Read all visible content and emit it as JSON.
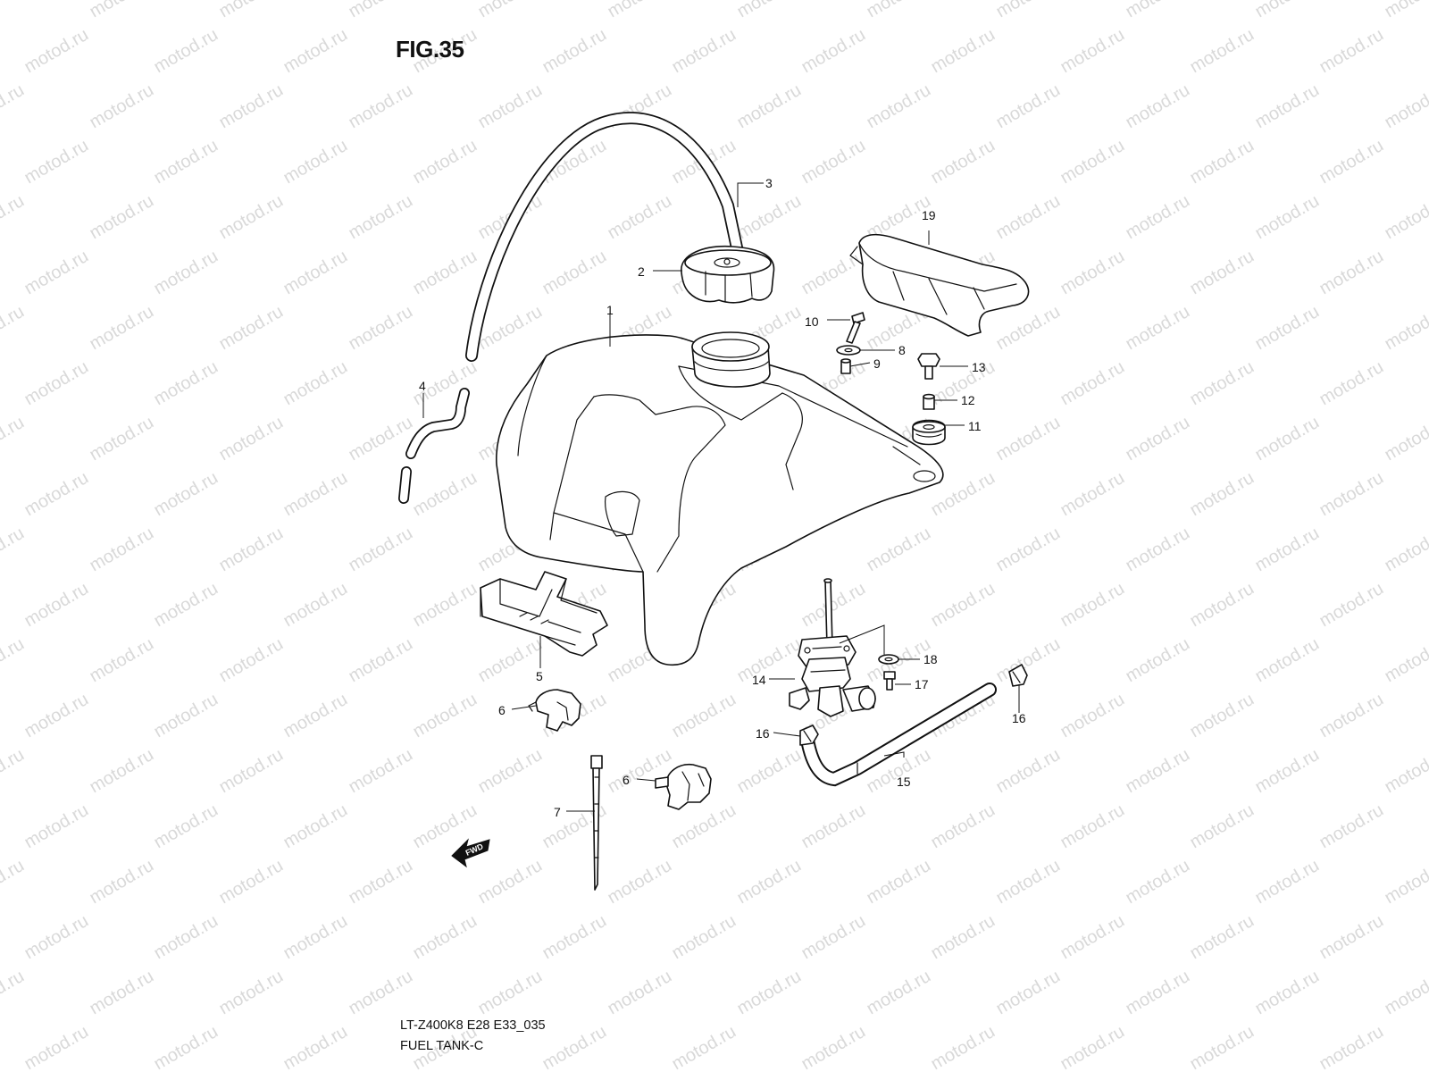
{
  "figure": {
    "title": "FIG.35",
    "model_code": "LT-Z400K8 E28 E33_035",
    "diagram_name": "FUEL TANK-C",
    "watermark": "motod.ru"
  },
  "fwd_label": "FWD",
  "callouts": [
    {
      "id": "c1",
      "label": "1"
    },
    {
      "id": "c2",
      "label": "2"
    },
    {
      "id": "c3",
      "label": "3"
    },
    {
      "id": "c4",
      "label": "4"
    },
    {
      "id": "c5",
      "label": "5"
    },
    {
      "id": "c6a",
      "label": "6"
    },
    {
      "id": "c6b",
      "label": "6"
    },
    {
      "id": "c7",
      "label": "7"
    },
    {
      "id": "c8",
      "label": "8"
    },
    {
      "id": "c9",
      "label": "9"
    },
    {
      "id": "c10",
      "label": "10"
    },
    {
      "id": "c11",
      "label": "11"
    },
    {
      "id": "c12",
      "label": "12"
    },
    {
      "id": "c13",
      "label": "13"
    },
    {
      "id": "c14",
      "label": "14"
    },
    {
      "id": "c15",
      "label": "15"
    },
    {
      "id": "c16a",
      "label": "16"
    },
    {
      "id": "c16b",
      "label": "16"
    },
    {
      "id": "c17",
      "label": "17"
    },
    {
      "id": "c18",
      "label": "18"
    },
    {
      "id": "c19",
      "label": "19"
    }
  ]
}
